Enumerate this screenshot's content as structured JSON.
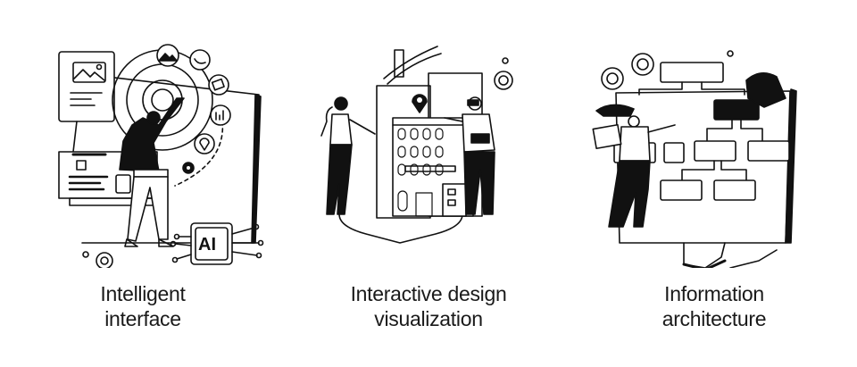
{
  "colors": {
    "background": "#ffffff",
    "ink": "#111111"
  },
  "panels": [
    {
      "id": "intelligent-interface",
      "caption_line1": "Intelligent",
      "caption_line2": "interface",
      "icons": [
        "image-icon",
        "phone-icon",
        "chat-icon",
        "bar-chart-icon",
        "location-pin-icon",
        "gear-icon",
        "ai-chip-icon"
      ],
      "chip_label": "AI"
    },
    {
      "id": "interactive-design-visualization",
      "caption_line1": "Interactive design",
      "caption_line2": "visualization",
      "icons": [
        "location-pin-icon",
        "gear-icon",
        "tablet-icon",
        "vr-headset-icon"
      ]
    },
    {
      "id": "information-architecture",
      "caption_line1": "Information",
      "caption_line2": "architecture",
      "icons": [
        "gear-icon",
        "tablet-icon",
        "flowchart-icon"
      ]
    }
  ]
}
